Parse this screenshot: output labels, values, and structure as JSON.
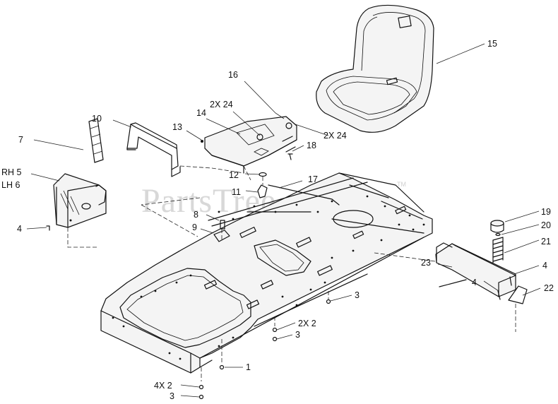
{
  "watermark": {
    "text": "PartsTree",
    "trademark": "TM"
  },
  "callouts": {
    "c15": "15",
    "c16": "16",
    "c2x24a": "2X 24",
    "c14": "14",
    "c2x24b": "2X 24",
    "c10": "10",
    "c13": "13",
    "c18": "18",
    "c7": "7",
    "c12": "12",
    "c17": "17",
    "crh5": "RH 5",
    "clh6": "LH 6",
    "c11": "11",
    "c4a": "4",
    "c8": "8",
    "c9": "9",
    "c19": "19",
    "c20": "20",
    "c21": "21",
    "c23": "23",
    "c4b": "4",
    "c4c": "4",
    "c22": "22",
    "c3a": "3",
    "c2x2": "2X 2",
    "c3b": "3",
    "c1": "1",
    "c4x2": "4X 2",
    "c3c": "3"
  },
  "colors": {
    "line": "#111111",
    "watermark": "#d8d8d8",
    "background": "#ffffff"
  }
}
